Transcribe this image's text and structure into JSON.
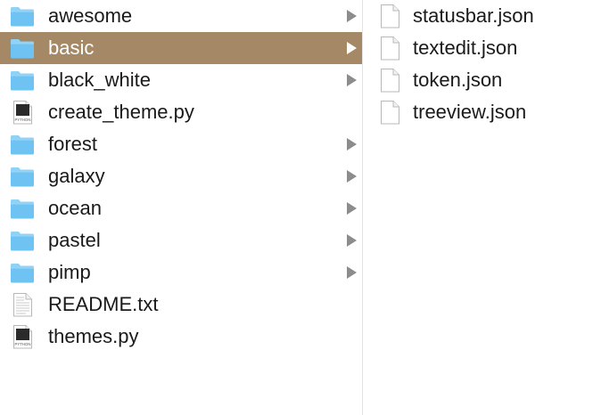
{
  "left_column": {
    "items": [
      {
        "label": "awesome",
        "kind": "folder",
        "icon": "folder-icon",
        "has_children": true,
        "selected": false
      },
      {
        "label": "basic",
        "kind": "folder",
        "icon": "folder-icon",
        "has_children": true,
        "selected": true
      },
      {
        "label": "black_white",
        "kind": "folder",
        "icon": "folder-icon",
        "has_children": true,
        "selected": false
      },
      {
        "label": "create_theme.py",
        "kind": "python",
        "icon": "python-file-icon",
        "has_children": false,
        "selected": false
      },
      {
        "label": "forest",
        "kind": "folder",
        "icon": "folder-icon",
        "has_children": true,
        "selected": false
      },
      {
        "label": "galaxy",
        "kind": "folder",
        "icon": "folder-icon",
        "has_children": true,
        "selected": false
      },
      {
        "label": "ocean",
        "kind": "folder",
        "icon": "folder-icon",
        "has_children": true,
        "selected": false
      },
      {
        "label": "pastel",
        "kind": "folder",
        "icon": "folder-icon",
        "has_children": true,
        "selected": false
      },
      {
        "label": "pimp",
        "kind": "folder",
        "icon": "folder-icon",
        "has_children": true,
        "selected": false
      },
      {
        "label": "README.txt",
        "kind": "text",
        "icon": "text-file-icon",
        "has_children": false,
        "selected": false
      },
      {
        "label": "themes.py",
        "kind": "python",
        "icon": "python-file-icon",
        "has_children": false,
        "selected": false
      }
    ]
  },
  "right_column": {
    "items": [
      {
        "label": "statusbar.json",
        "kind": "document",
        "icon": "document-icon"
      },
      {
        "label": "textedit.json",
        "kind": "document",
        "icon": "document-icon"
      },
      {
        "label": "token.json",
        "kind": "document",
        "icon": "document-icon"
      },
      {
        "label": "treeview.json",
        "kind": "document",
        "icon": "document-icon"
      }
    ]
  },
  "icon_labels": {
    "python": "PYTHON"
  },
  "colors": {
    "selection": "#a58866",
    "folder": "#6fc3f3",
    "folder_tab": "#8fd2f7",
    "chevron": "#8c8c8c"
  }
}
